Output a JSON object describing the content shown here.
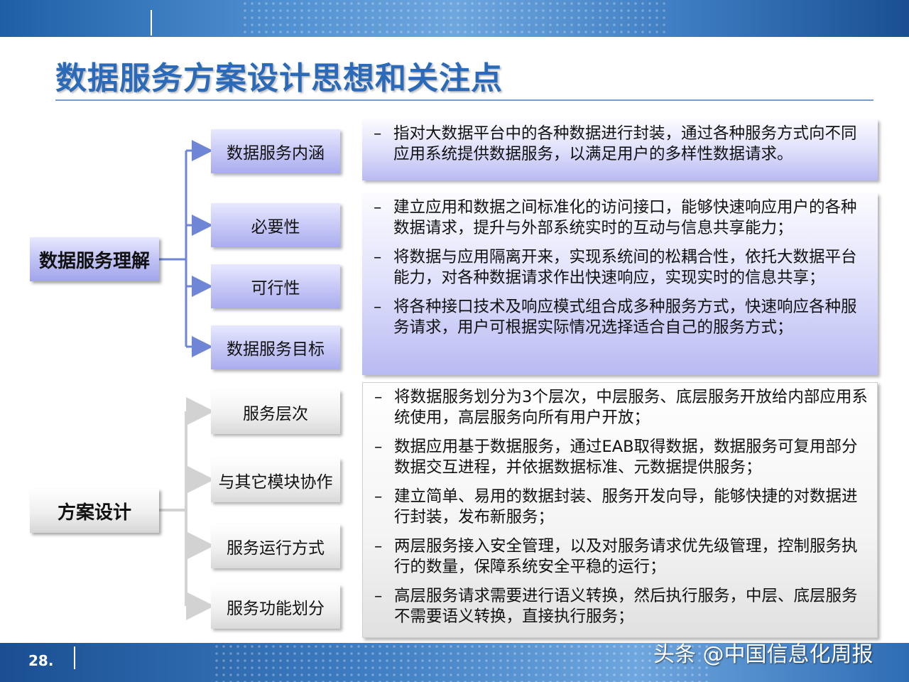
{
  "title": "数据服务方案设计思想和关注点",
  "page_number": "28.",
  "watermark": "头条 @中国信息化周报",
  "dash": "–",
  "sections": [
    {
      "label": "数据服务理解",
      "subitems": [
        "数据服务内涵",
        "必要性",
        "可行性",
        "数据服务目标"
      ],
      "panels": [
        [
          "指对大数据平台中的各种数据进行封装，通过各种服务方式向不同应用系统提供数据服务，以满足用户的多样性数据请求。"
        ],
        [
          "建立应用和数据之间标准化的访问接口，能够快速响应用户的各种数据请求，提升与外部系统实时的互动与信息共享能力；",
          "将数据与应用隔离开来，实现系统间的松耦合性，依托大数据平台能力，对各种数据请求作出快速响应，实现实时的信息共享；",
          "将各种接口技术及响应模式组合成多种服务方式，快速响应各种服务请求，用户可根据实际情况选择适合自己的服务方式；"
        ]
      ]
    },
    {
      "label": "方案设计",
      "subitems": [
        "服务层次",
        "与其它模块协作",
        "服务运行方式",
        "服务功能划分"
      ],
      "panels": [
        [
          "将数据服务划分为3个层次，中层服务、底层服务开放给内部应用系统使用，高层服务向所有用户开放；",
          "数据应用基于数据服务，通过EAB取得数据，数据服务可复用部分数据交互进程，并依据数据标准、元数据提供服务；",
          "建立简单、易用的数据封装、服务开发向导，能够快捷的对数据进行封装，发布新服务；",
          "两层服务接入安全管理，以及对服务请求优先级管理，控制服务执行的数量，保障系统安全平稳的运行；",
          "高层服务请求需要进行语义转换，然后执行服务，中层、底层服务不需要语义转换，直接执行服务；"
        ]
      ]
    }
  ],
  "colors": {
    "title": "#2a6ab8",
    "connector_blue": "#6f86d6",
    "connector_gray": "#cfcfcf"
  }
}
